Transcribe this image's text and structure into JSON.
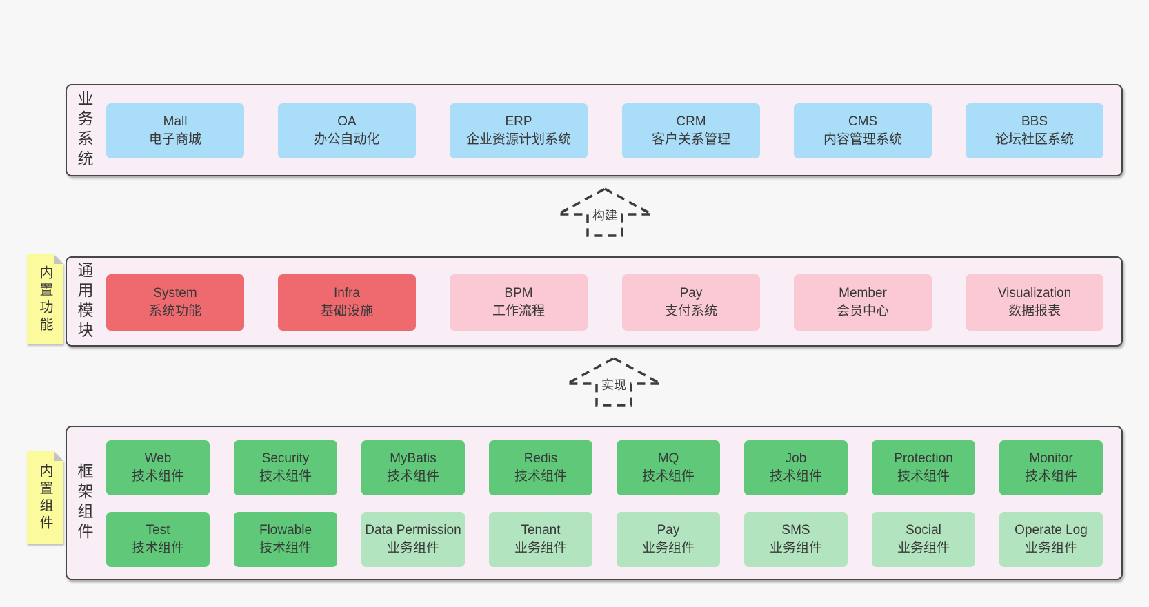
{
  "diagram": {
    "bands": [
      {
        "label": "业务系统",
        "boxes": [
          {
            "en": "Mall",
            "zh": "电子商城"
          },
          {
            "en": "OA",
            "zh": "办公自动化"
          },
          {
            "en": "ERP",
            "zh": "企业资源计划系统"
          },
          {
            "en": "CRM",
            "zh": "客户关系管理"
          },
          {
            "en": "CMS",
            "zh": "内容管理系统"
          },
          {
            "en": "BBS",
            "zh": "论坛社区系统"
          }
        ]
      },
      {
        "label": "通用模块",
        "boxes": [
          {
            "en": "System",
            "zh": "系统功能"
          },
          {
            "en": "Infra",
            "zh": "基础设施"
          },
          {
            "en": "BPM",
            "zh": "工作流程"
          },
          {
            "en": "Pay",
            "zh": "支付系统"
          },
          {
            "en": "Member",
            "zh": "会员中心"
          },
          {
            "en": "Visualization",
            "zh": "数据报表"
          }
        ]
      },
      {
        "label": "框架组件",
        "rows": [
          [
            {
              "en": "Web",
              "zh": "技术组件"
            },
            {
              "en": "Security",
              "zh": "技术组件"
            },
            {
              "en": "MyBatis",
              "zh": "技术组件"
            },
            {
              "en": "Redis",
              "zh": "技术组件"
            },
            {
              "en": "MQ",
              "zh": "技术组件"
            },
            {
              "en": "Job",
              "zh": "技术组件"
            },
            {
              "en": "Protection",
              "zh": "技术组件"
            },
            {
              "en": "Monitor",
              "zh": "技术组件"
            }
          ],
          [
            {
              "en": "Test",
              "zh": "技术组件"
            },
            {
              "en": "Flowable",
              "zh": "技术组件"
            },
            {
              "en": "Data Permission",
              "zh": "业务组件"
            },
            {
              "en": "Tenant",
              "zh": "业务组件"
            },
            {
              "en": "Pay",
              "zh": "业务组件"
            },
            {
              "en": "SMS",
              "zh": "业务组件"
            },
            {
              "en": "Social",
              "zh": "业务组件"
            },
            {
              "en": "Operate Log",
              "zh": "业务组件"
            }
          ]
        ]
      }
    ],
    "stickies": [
      {
        "label": "内置功能"
      },
      {
        "label": "内置组件"
      }
    ],
    "arrows": [
      {
        "label": "构建"
      },
      {
        "label": "实现"
      }
    ],
    "colors": {
      "page_bg": "#f7f7f7",
      "band_bg": "#f9edf6",
      "band_border": "#474747",
      "business_system_box": "#aaddf7",
      "core_module_box": "#ee6a6f",
      "module_box": "#fbc9d3",
      "tech_component_box": "#5fc979",
      "biz_component_box": "#b1e4bf",
      "sticky_note": "#fbfa9d",
      "text": "#383838"
    }
  }
}
